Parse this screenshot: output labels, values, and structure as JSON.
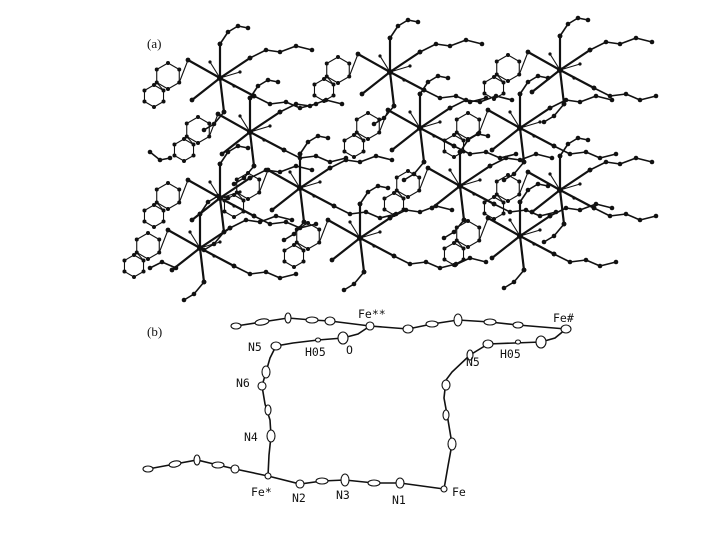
{
  "panels": {
    "a": {
      "label": "(a)"
    },
    "b": {
      "label": "(b)"
    }
  },
  "atom_labels": {
    "fe_top": "Fe**",
    "fe_hash": "Fe#",
    "n5_left": "N5",
    "h05_left": "H05",
    "o": "O",
    "n6": "N6",
    "n4": "N4",
    "n5_right": "N5",
    "h05_right": "H05",
    "fe_star": "Fe*",
    "n2": "N2",
    "n3": "N3",
    "n1": "N1",
    "fe": "Fe"
  },
  "colors": {
    "ink": "#111111",
    "background": "#ffffff"
  }
}
